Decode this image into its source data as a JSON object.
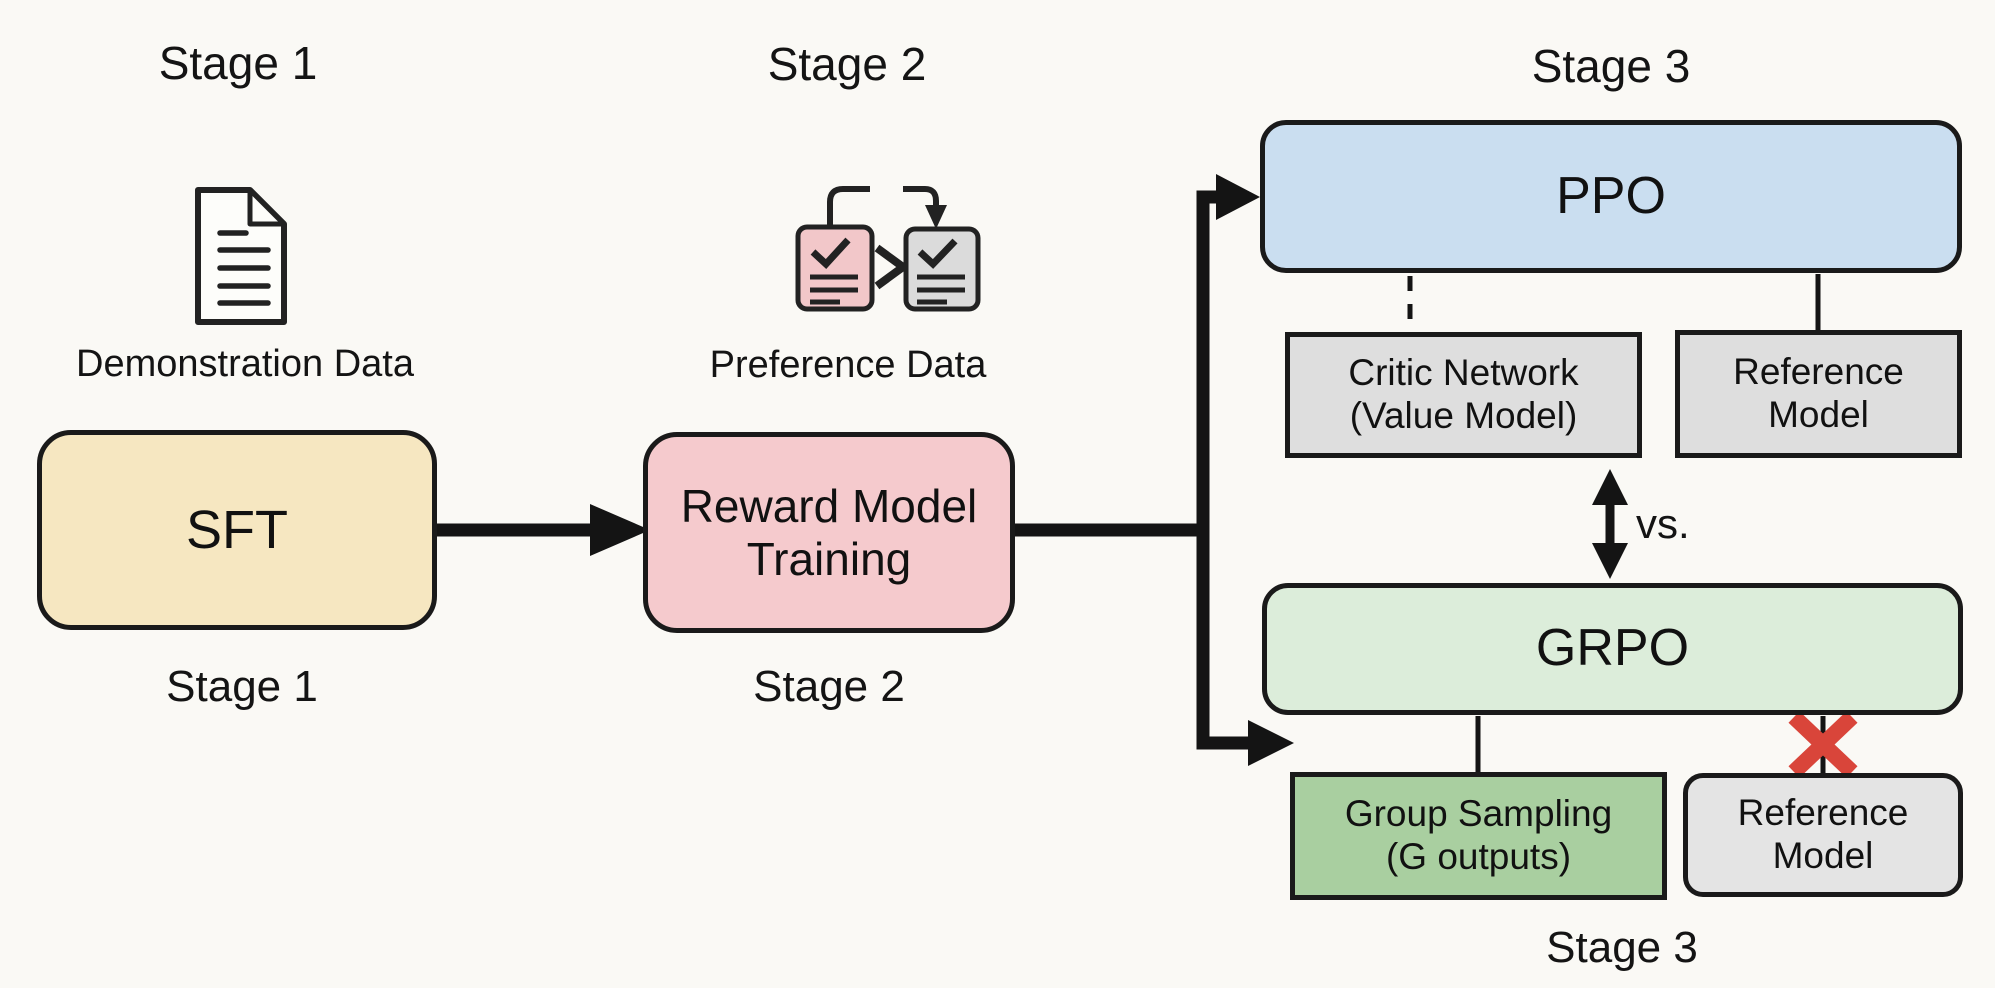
{
  "diagram": {
    "stage1": {
      "title": "Stage 1",
      "data_caption": "Demonstration Data",
      "sft_label": "SFT",
      "bottom_caption": "Stage 1"
    },
    "stage2": {
      "title": "Stage 2",
      "data_caption": "Preference Data",
      "preference_operator": ">",
      "reward_line1": "Reward Model",
      "reward_line2": "Training",
      "bottom_caption": "Stage 2"
    },
    "stage3": {
      "title": "Stage 3",
      "ppo_label": "PPO",
      "critic_line1": "Critic Network",
      "critic_line2": "(Value Model)",
      "ppo_reference_line1": "Reference",
      "ppo_reference_line2": "Model",
      "vs_label": "vs.",
      "grpo_label": "GRPO",
      "group_sampling_line1": "Group Sampling",
      "group_sampling_line2": "(G outputs)",
      "grpo_reference_line1": "Reference",
      "grpo_reference_line2": "Model",
      "bottom_caption": "Stage 3"
    }
  },
  "colors": {
    "background": "#FAF9F5",
    "sft_fill": "#F6E7C1",
    "reward_fill": "#F5CACD",
    "ppo_fill": "#CADEF0",
    "grpo_fill": "#DCEDDA",
    "group_sampling_fill": "#A9CFA0",
    "model_box_fill": "#DEDEDE",
    "outline": "#1A1A1A",
    "cross_red": "#D9453A",
    "preference_pink": "#F2C7C9",
    "preference_gray": "#DBDBDB"
  }
}
